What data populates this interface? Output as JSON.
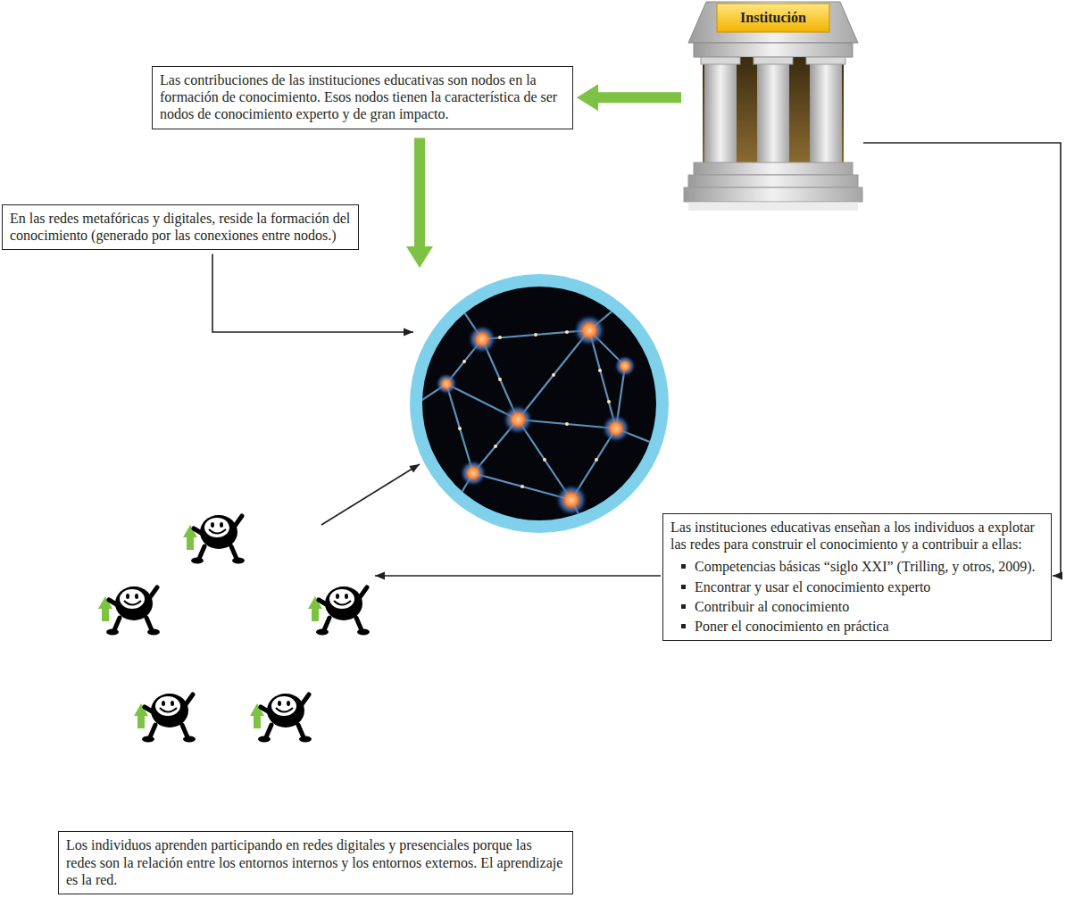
{
  "diagram": {
    "nodes": [
      {
        "text": [
          "Institución"
        ]
      },
      {
        "text": [
          "Las contribuciones de las instituciones educativas son nodos en la formación de conocimiento. Esos nodos tienen la característica de ser nodos de conocimiento experto y de gran impacto."
        ]
      },
      {
        "text": [
          "En las redes metafóricas y digitales, reside la formación del conocimiento (generado por las conexiones entre nodos.)"
        ]
      },
      {
        "text": [
          "Las instituciones educativas enseñan a los individuos a explotar las redes para construir el conocimiento y a contribuir a ellas:",
          "Competencias básicas “siglo XXI” (Trilling, y otros, 2009).",
          "Encontrar y usar el conocimiento experto",
          "Contribuir al conocimiento",
          "Poner el conocimiento en práctica"
        ]
      },
      {
        "text": [
          "Los individuos aprenden participando en redes digitales y presenciales porque las redes son la relación entre los entornos internos y los entornos externos. El aprendizaje es la red."
        ]
      }
    ],
    "edges": [
      {
        "from": 0,
        "to": 1,
        "arrow": "to"
      },
      {
        "from": 0,
        "to": 3,
        "arrow": "to"
      }
    ]
  }
}
